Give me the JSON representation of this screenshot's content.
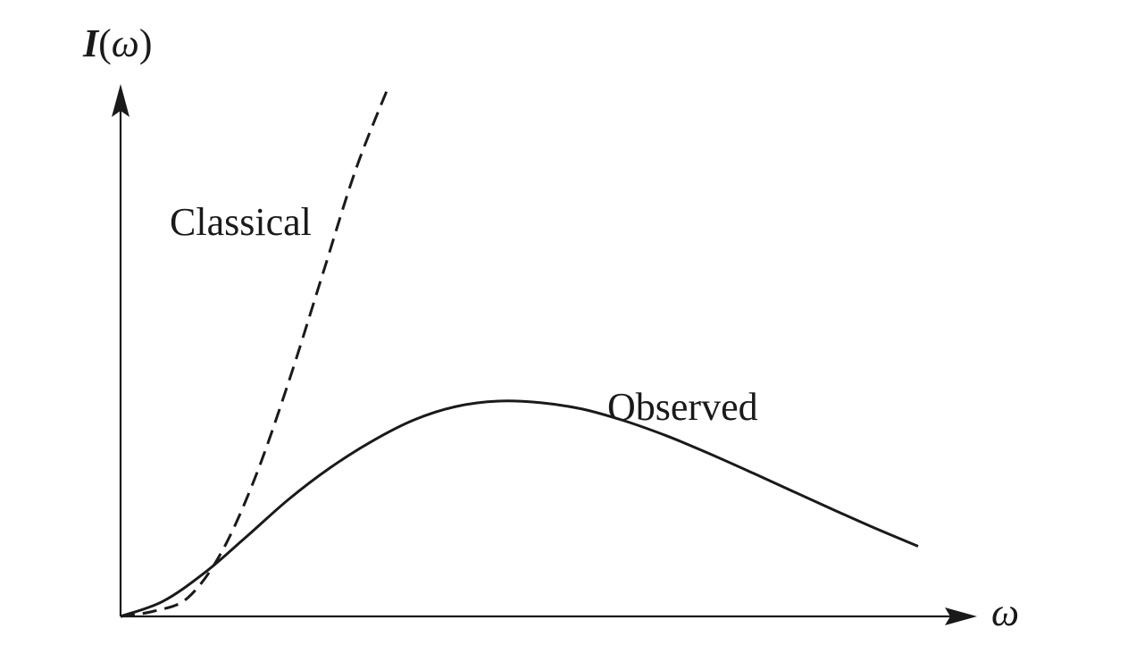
{
  "chart_data": {
    "type": "line",
    "title": "",
    "xlabel": "ω",
    "ylabel": "I(ω)",
    "ylabel_parts": {
      "symbol": "I",
      "paren_open": "(",
      "arg": "ω",
      "paren_close": ")"
    },
    "xlim": [
      0,
      10
    ],
    "ylim": [
      0,
      10
    ],
    "grid": false,
    "legend": "none",
    "series": [
      {
        "name": "Classical",
        "style": "dashed",
        "color": "#1a1a1a",
        "x": [
          0,
          0.4,
          0.8,
          1.2,
          1.6,
          2.0,
          2.4,
          2.8,
          3.2
        ],
        "y": [
          0,
          0.1,
          0.35,
          1.2,
          2.6,
          4.4,
          6.4,
          8.4,
          10.0
        ]
      },
      {
        "name": "Observed",
        "style": "solid",
        "color": "#1a1a1a",
        "x": [
          0,
          0.5,
          1.0,
          1.5,
          2.0,
          2.5,
          3.0,
          3.5,
          4.0,
          4.5,
          5.0,
          5.5,
          6.0,
          6.5,
          7.0,
          7.5,
          8.0,
          8.5,
          9.0,
          9.5
        ],
        "y": [
          0,
          0.28,
          0.82,
          1.5,
          2.2,
          2.8,
          3.3,
          3.7,
          3.95,
          4.05,
          4.02,
          3.9,
          3.68,
          3.4,
          3.07,
          2.72,
          2.36,
          2.0,
          1.65,
          1.32
        ]
      }
    ]
  }
}
